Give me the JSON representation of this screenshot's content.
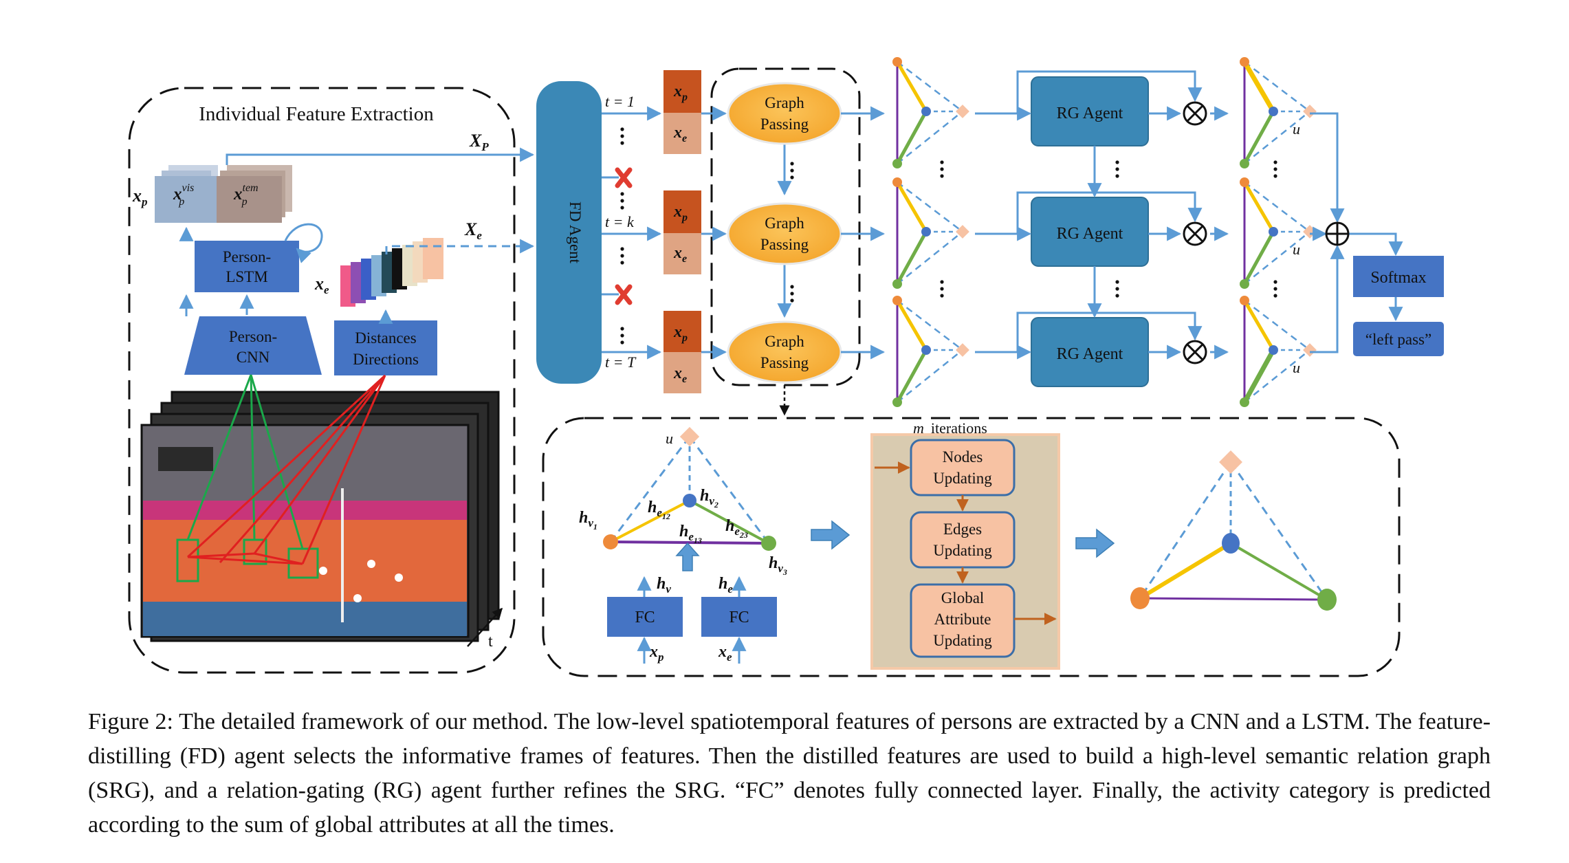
{
  "figure": {
    "panel_title": "Individual Feature Extraction",
    "feat_xp": "x",
    "feat_xp_sub": "p",
    "feat_xvis": "x",
    "feat_xvis_sup": "vis",
    "feat_xvis_sub": "p",
    "feat_xtem": "x",
    "feat_xtem_sup": "tem",
    "feat_xtem_sub": "p",
    "feat_xe": "x",
    "feat_xe_sub": "e",
    "seq_Xp": "X",
    "seq_Xp_sub": "P",
    "seq_Xe": "X",
    "seq_Xe_sub": "e",
    "person_lstm": [
      "Person-",
      "LSTM"
    ],
    "person_cnn": [
      "Person-",
      "CNN"
    ],
    "dist_dir": [
      "Distances",
      "Directions"
    ],
    "fd_agent": "FD Agent",
    "t_labels": [
      "t = 1",
      "t = k",
      "t = T"
    ],
    "graph_passing": [
      "Graph",
      "Passing"
    ],
    "rg_agent": "RG Agent",
    "u_label": "u",
    "softmax": "Softmax",
    "output_label": "“left pass”",
    "time_axis": "t",
    "bottom": {
      "u": "u",
      "hv1": "h",
      "hv1_sub": "v",
      "hv1_subsub": "1",
      "hv2": "h",
      "hv2_sub": "v",
      "hv2_subsub": "2",
      "hv3": "h",
      "hv3_sub": "v",
      "hv3_subsub": "3",
      "he12": "h",
      "he12_sub": "e",
      "he12_subsub": "12",
      "he23": "h",
      "he23_sub": "e",
      "he23_subsub": "23",
      "he13": "h",
      "he13_sub": "e",
      "he13_subsub": "13",
      "hv": "h",
      "hv_sub": "v",
      "he": "h",
      "he_sub": "e",
      "fc": "FC",
      "xp": "x",
      "xp_sub": "p",
      "xe": "x",
      "xe_sub": "e",
      "iterations_m": "m",
      "iterations": "iterations",
      "nodes_updating": [
        "Nodes",
        "Updating"
      ],
      "edges_updating": [
        "Edges",
        "Updating"
      ],
      "global_updating": [
        "Global",
        "Attribute",
        "Updating"
      ]
    },
    "colors": {
      "blue_box": "#4574c4",
      "teal_agent": "#3b88b6",
      "orange_node": "#f8b13a",
      "xp_box": "#c6531f",
      "xe_box": "#dfa483",
      "salmon": "#f7c2a3",
      "iter_bg": "#d9cbb0",
      "arrow": "#5b9bd5",
      "yellow_edge": "#f5c400",
      "green_edge": "#70ad47",
      "purple_edge": "#7030a0",
      "red_cross": "#e03c31"
    }
  },
  "caption": [
    "Figure 2: The detailed framework of our method. The low-level spatiotemporal features of persons are extracted by a CNN",
    "and a LSTM. The feature-distilling (FD) agent selects the informative frames of features. Then the distilled features are used",
    "to build a high-level semantic relation graph (SRG), and a relation-gating (RG) agent further refines the SRG. “FC” denotes",
    "fully connected layer. Finally, the activity category is predicted according to the sum of global attributes at all the times."
  ]
}
